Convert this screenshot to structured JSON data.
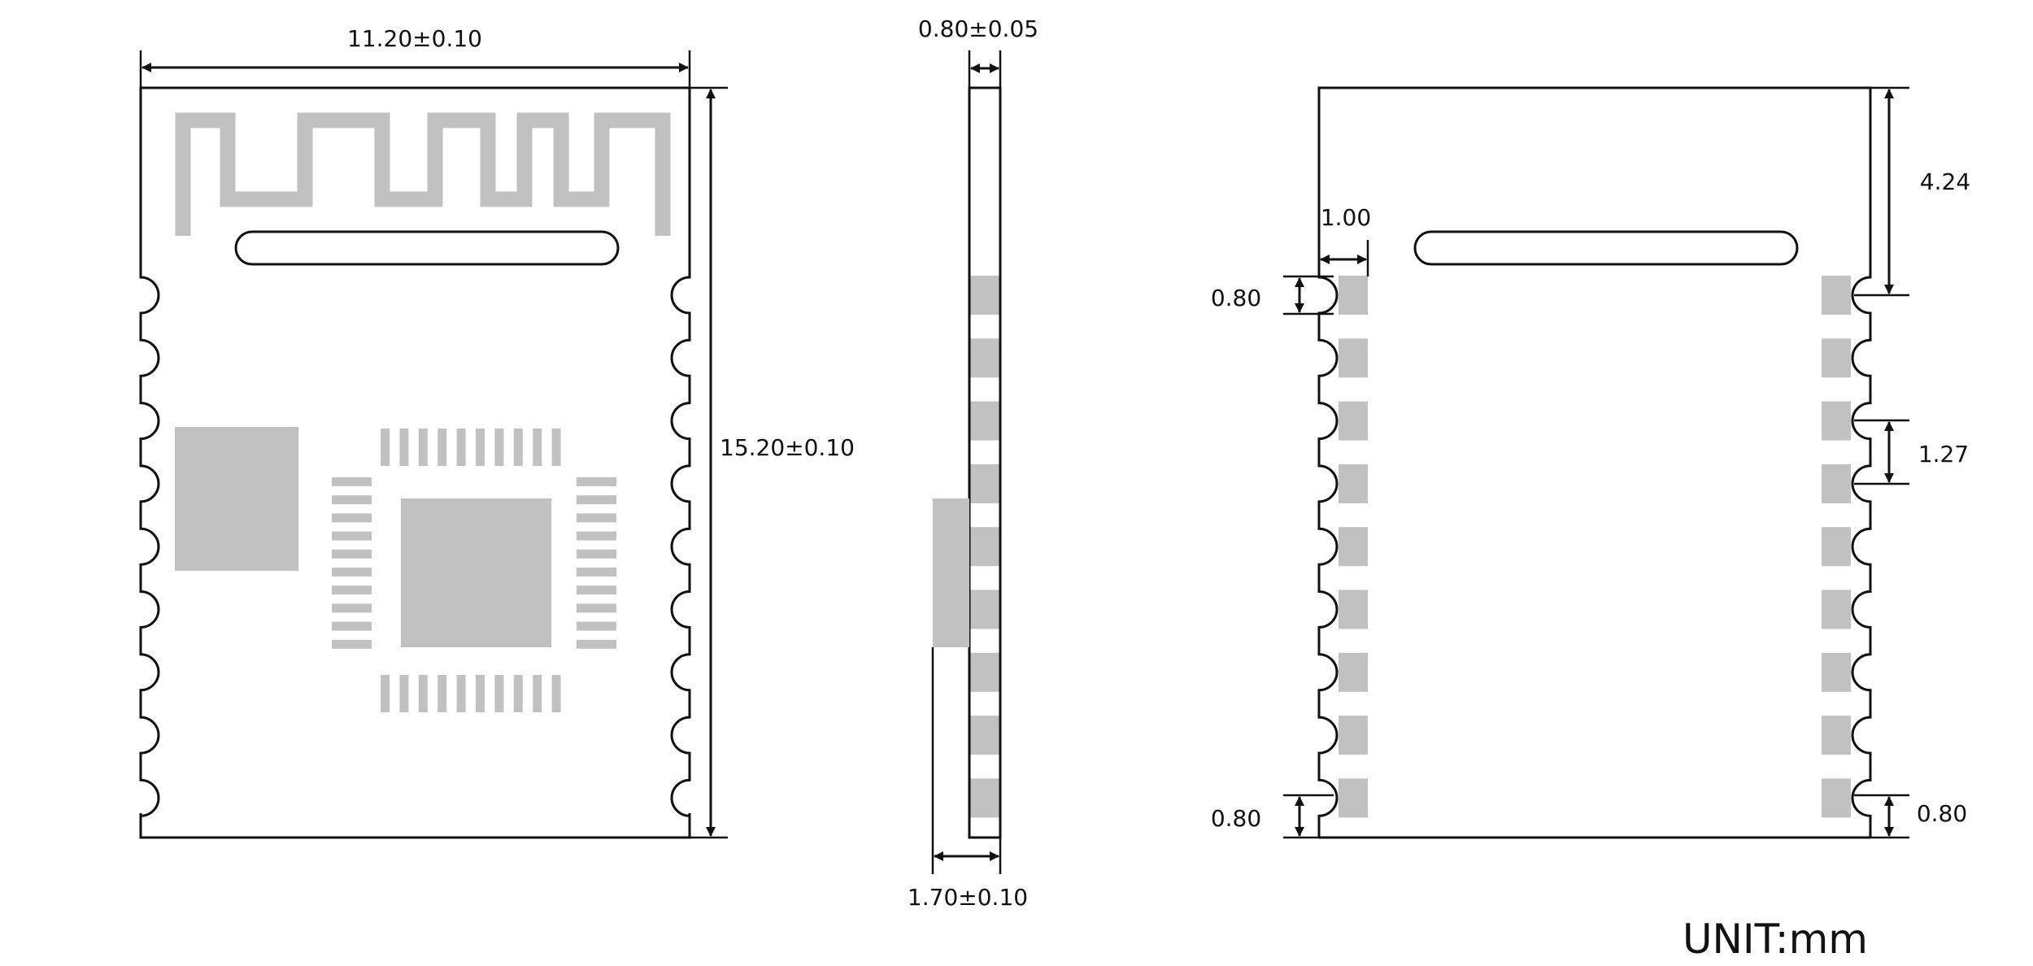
{
  "drawing": {
    "unit_label": "UNIT:mm",
    "colors": {
      "line": "#111111",
      "pad": "#c1c1c1",
      "background": "#ffffff"
    },
    "top_view": {
      "width_dim": "11.20±0.10",
      "height_dim": "15.20±0.10",
      "castellated_pads_per_side": 9
    },
    "side_view": {
      "pcb_thickness_dim": "0.80±0.05",
      "total_thickness_dim": "1.70±0.10"
    },
    "bottom_view": {
      "antenna_clearance_dim": "4.24",
      "pad_pitch_dim": "1.27",
      "pad_length_dim": "1.00",
      "top_pad_width_dim": "0.80",
      "bottom_left_pad_dim": "0.80",
      "bottom_right_pad_dim": "0.80",
      "pads_per_side": 9
    }
  }
}
